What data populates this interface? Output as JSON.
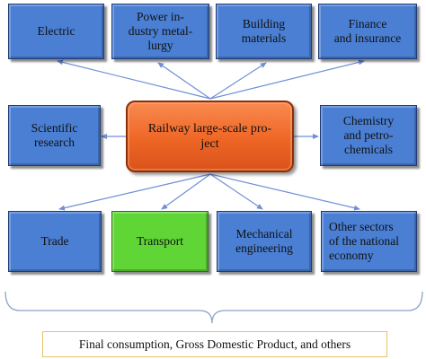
{
  "diagram": {
    "center": {
      "label": "Railway large-scale pro-\nject"
    },
    "top_row": [
      {
        "label": "Electric"
      },
      {
        "label": "Power in-\ndustry metal-\nlurgy"
      },
      {
        "label": "Building\nmaterials"
      },
      {
        "label": "Finance\nand insurance"
      }
    ],
    "middle_row": [
      {
        "label": "Scientific\nresearch"
      },
      {
        "label": "Chemistry\nand petro-\nchemicals"
      }
    ],
    "bottom_row": [
      {
        "label": "Trade"
      },
      {
        "label": "Transport"
      },
      {
        "label": "Mechanical\nengineering"
      },
      {
        "label": "Other sectors\nof the national\neconomy"
      }
    ],
    "footer": {
      "label": "Final consumption, Gross Domestic Product, and others"
    }
  },
  "colors": {
    "node_fill": "#4a7fd4",
    "node_border": "#1f3b78",
    "highlight_fill": "#5fd636",
    "center_fill": "#ee6626",
    "arrow": "#6f8fd6",
    "brace": "#8ea2c8",
    "footer_border": "#e6c36a"
  }
}
